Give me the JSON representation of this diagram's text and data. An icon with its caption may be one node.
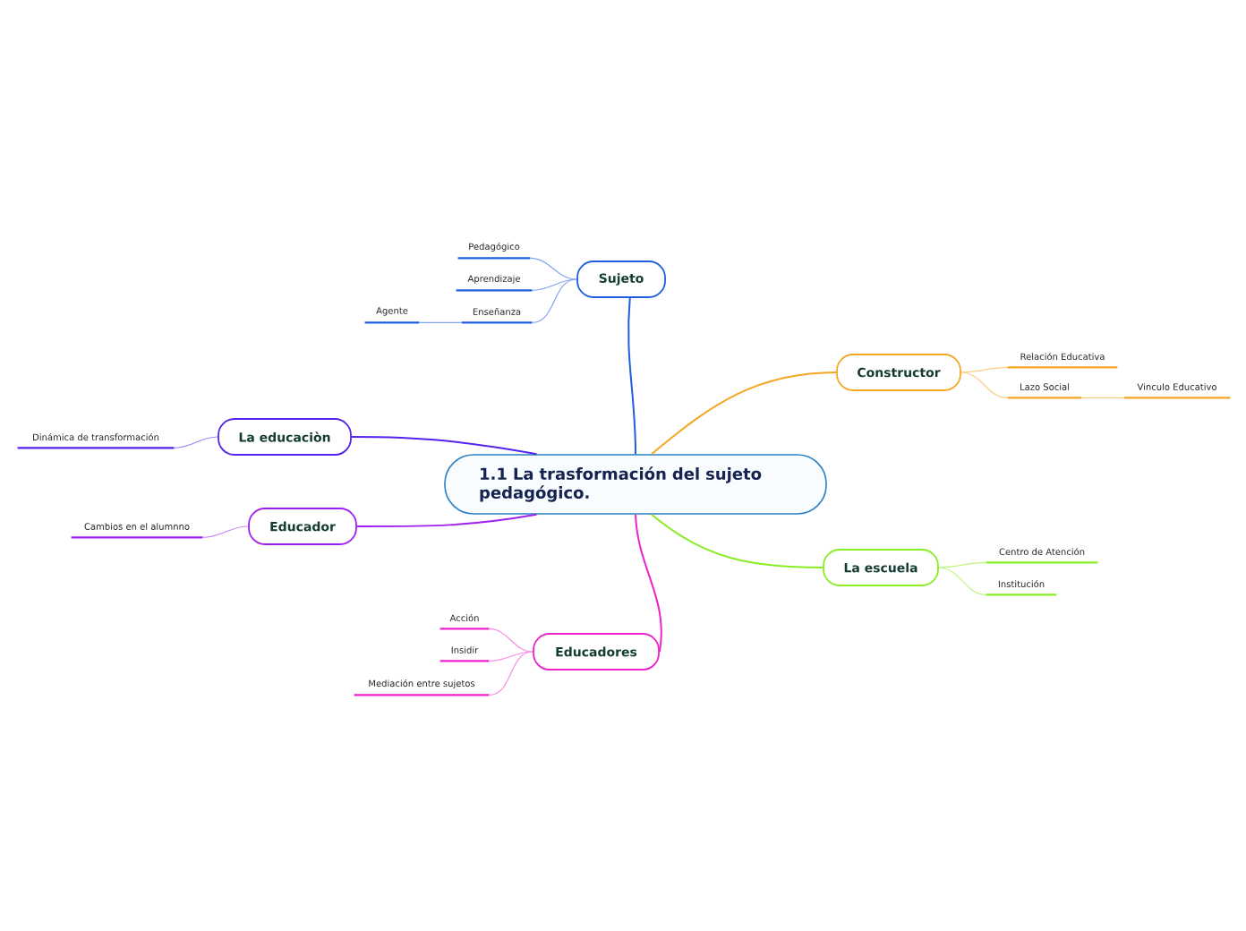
{
  "diagram": {
    "nodes": [
      {
        "text": [
          "1.1 La trasformación del sujeto pedagógico."
        ]
      },
      {
        "text": [
          "Sujeto"
        ]
      },
      {
        "text": [
          "Pedagógico"
        ]
      },
      {
        "text": [
          "Aprendizaje"
        ]
      },
      {
        "text": [
          "Enseñanza"
        ]
      },
      {
        "text": [
          "Agente"
        ]
      },
      {
        "text": [
          "Constructor"
        ]
      },
      {
        "text": [
          "Relación Educativa"
        ]
      },
      {
        "text": [
          "Lazo Social"
        ]
      },
      {
        "text": [
          "Vinculo Educativo"
        ]
      },
      {
        "text": [
          "La educaciòn"
        ]
      },
      {
        "text": [
          "Dinámica de transformación"
        ]
      },
      {
        "text": [
          "Educador"
        ]
      },
      {
        "text": [
          "Cambios en el alumnno"
        ]
      },
      {
        "text": [
          "La escuela"
        ]
      },
      {
        "text": [
          "Centro de Atención"
        ]
      },
      {
        "text": [
          "Institución"
        ]
      },
      {
        "text": [
          "Educadores"
        ]
      },
      {
        "text": [
          "Acción"
        ]
      },
      {
        "text": [
          "Insidir"
        ]
      },
      {
        "text": [
          "Mediación entre sujetos"
        ]
      }
    ],
    "edges": [
      {
        "from": 0,
        "to": 1,
        "arrow": "none",
        "color": "#1f5de0"
      },
      {
        "from": 1,
        "to": 2,
        "arrow": "none",
        "color": "#84a6ee"
      },
      {
        "from": 1,
        "to": 3,
        "arrow": "none",
        "color": "#84a6ee"
      },
      {
        "from": 1,
        "to": 4,
        "arrow": "none",
        "color": "#84a6ee"
      },
      {
        "from": 4,
        "to": 5,
        "arrow": "none",
        "color": "#84a6ee"
      },
      {
        "from": 0,
        "to": 6,
        "arrow": "none",
        "color": "#f5a623"
      },
      {
        "from": 6,
        "to": 7,
        "arrow": "none",
        "color": "#face86"
      },
      {
        "from": 6,
        "to": 8,
        "arrow": "none",
        "color": "#face86"
      },
      {
        "from": 8,
        "to": 9,
        "arrow": "none",
        "color": "#face86"
      },
      {
        "from": 0,
        "to": 10,
        "arrow": "none",
        "color": "#5522ee"
      },
      {
        "from": 10,
        "to": 11,
        "arrow": "none",
        "color": "#a185f6"
      },
      {
        "from": 0,
        "to": 12,
        "arrow": "none",
        "color": "#a020f0"
      },
      {
        "from": 12,
        "to": 13,
        "arrow": "none",
        "color": "#cb84f7"
      },
      {
        "from": 0,
        "to": 14,
        "arrow": "none",
        "color": "#88ee22"
      },
      {
        "from": 14,
        "to": 15,
        "arrow": "none",
        "color": "#bef685"
      },
      {
        "from": 14,
        "to": 16,
        "arrow": "none",
        "color": "#bef685"
      },
      {
        "from": 0,
        "to": 17,
        "arrow": "none",
        "color": "#ee22cc"
      },
      {
        "from": 17,
        "to": 18,
        "arrow": "none",
        "color": "#f68ee6"
      },
      {
        "from": 17,
        "to": 19,
        "arrow": "none",
        "color": "#f68ee6"
      },
      {
        "from": 17,
        "to": 20,
        "arrow": "none",
        "color": "#f68ee6"
      }
    ]
  }
}
